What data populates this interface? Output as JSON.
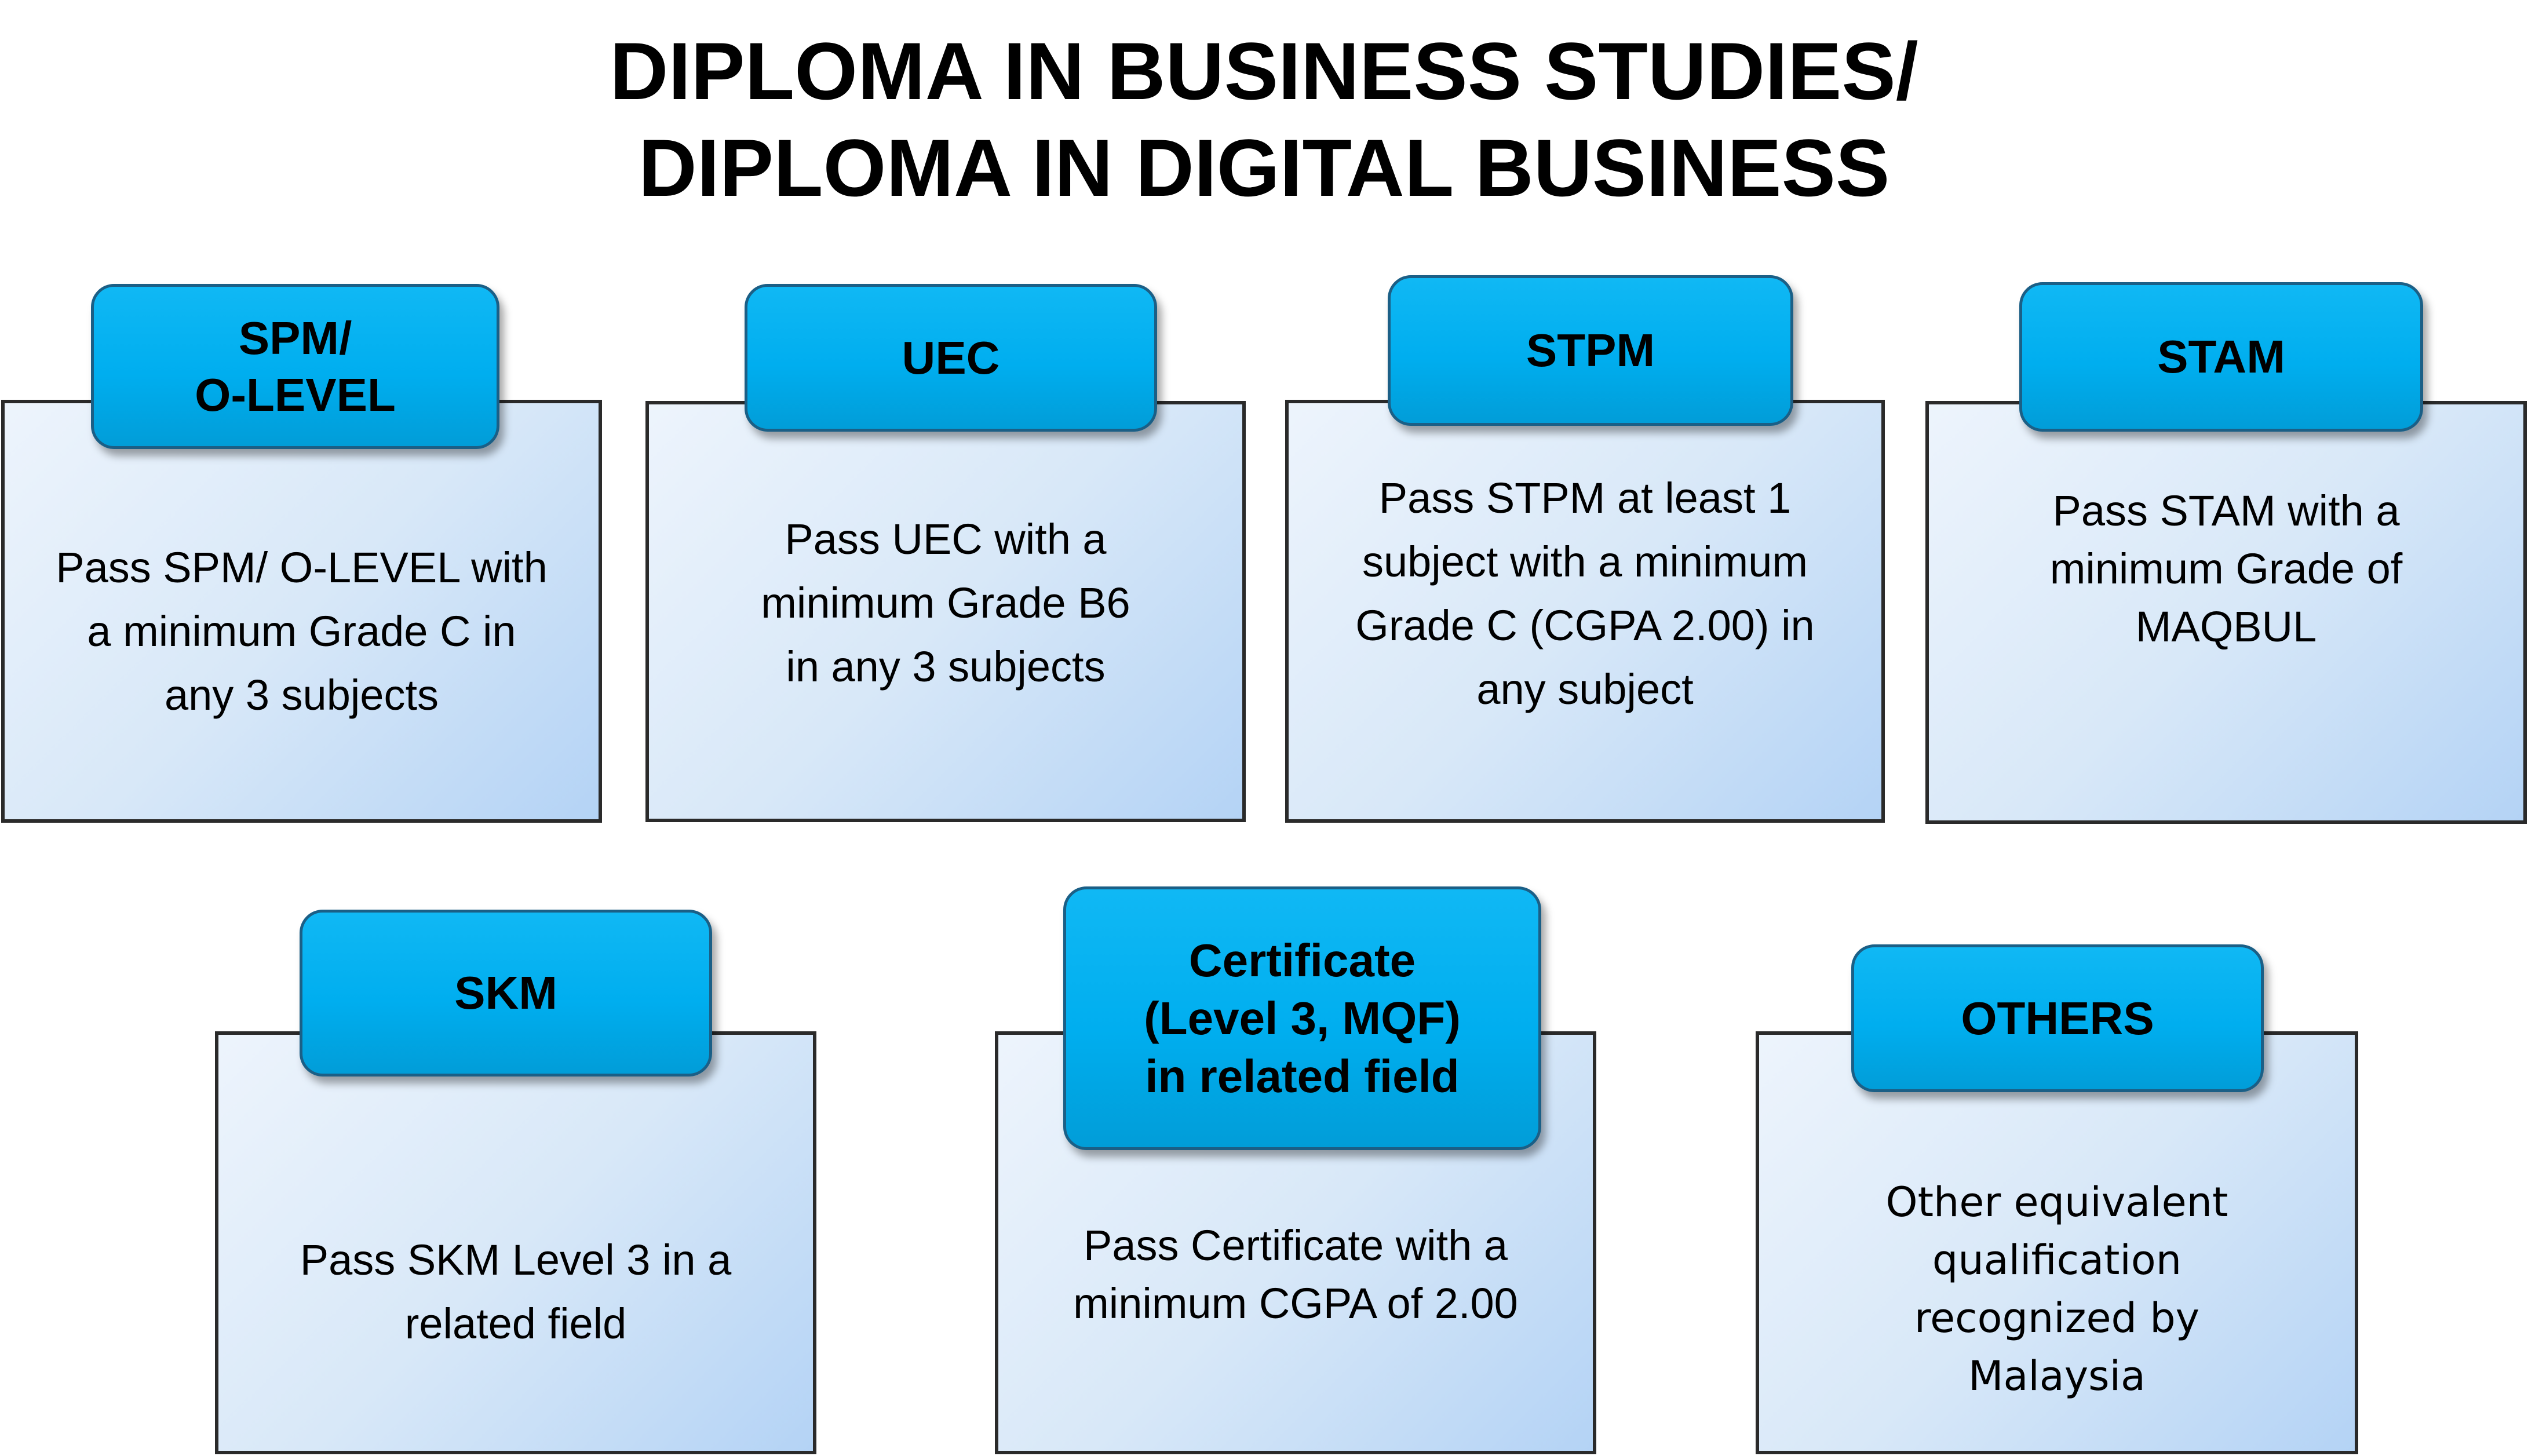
{
  "title": {
    "line1": "DIPLOMA IN BUSINESS STUDIES/",
    "line2": "DIPLOMA IN DIGITAL BUSINESS"
  },
  "cards": {
    "spm": {
      "header_line1": "SPM/",
      "header_line2": "O-LEVEL",
      "body": [
        "Pass SPM/ O-LEVEL with",
        "a minimum Grade C in",
        "any 3 subjects"
      ]
    },
    "uec": {
      "header": "UEC",
      "body": [
        "Pass UEC with a",
        "minimum Grade B6",
        "in any 3 subjects"
      ]
    },
    "stpm": {
      "header": "STPM",
      "body": [
        "Pass STPM at least 1",
        "subject with a minimum",
        "Grade C (CGPA 2.00) in",
        "any subject"
      ]
    },
    "stam": {
      "header": "STAM",
      "body": [
        "Pass STAM with a",
        "minimum Grade of",
        "MAQBUL"
      ]
    },
    "skm": {
      "header": "SKM",
      "body": [
        "Pass SKM Level 3 in a",
        "related field"
      ]
    },
    "certificate": {
      "header": [
        "Certificate",
        "(Level 3, MQF)",
        "in related field"
      ],
      "body": [
        "Pass Certificate with a",
        "minimum CGPA of 2.00"
      ]
    },
    "others": {
      "header": "OTHERS",
      "body": [
        "Other equivalent",
        "qualification",
        "recognized by",
        "Malaysia"
      ]
    }
  },
  "colors": {
    "header_fill": "#00aeef",
    "box_gradient_light": "#edf4fc",
    "box_gradient_dark": "#b4d3f5"
  }
}
